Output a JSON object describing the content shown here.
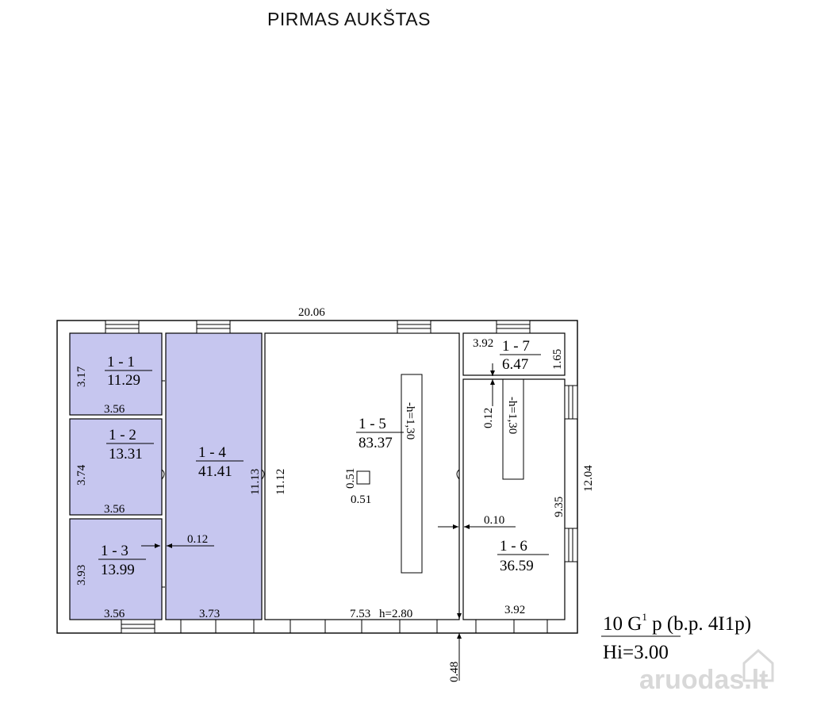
{
  "title": "PIRMAS AUKŠTAS",
  "overall": {
    "width": "20.06",
    "height": "12.04"
  },
  "rooms": [
    {
      "id": "1 - 1",
      "area": "11.29",
      "dim_w": "3.56",
      "dim_h": "3.17"
    },
    {
      "id": "1 - 2",
      "area": "13.31",
      "dim_w": "3.56",
      "dim_h": "3.74"
    },
    {
      "id": "1 - 3",
      "area": "13.99",
      "dim_w": "3.56",
      "dim_h": "3.93"
    },
    {
      "id": "1 - 4",
      "area": "41.41",
      "dim_w": "3.73",
      "dim_h": "11.13"
    },
    {
      "id": "1 - 5",
      "area": "83.37",
      "dim_w": "7.53",
      "dim_h": "11.12",
      "height_note": "h=2.80"
    },
    {
      "id": "1 - 6",
      "area": "36.59",
      "dim_w": "3.92",
      "dim_h": "9.35"
    },
    {
      "id": "1 - 7",
      "area": "6.47",
      "dim_w": "3.92",
      "dim_h": "1.65"
    }
  ],
  "pit_labels": [
    "-h=1,30",
    "-h=1,30"
  ],
  "column": {
    "w": "0.51",
    "h": "0.51"
  },
  "wall_dims": {
    "a": "0.12",
    "b": "0.12",
    "c": "0.10",
    "d": "0.48"
  },
  "building_code": {
    "line1": "10 G",
    "superscript": "1",
    "line1_rest": " p (b.p. 4I1p)",
    "line2": "Hi=3.00"
  },
  "watermark": "aruodas.lt"
}
